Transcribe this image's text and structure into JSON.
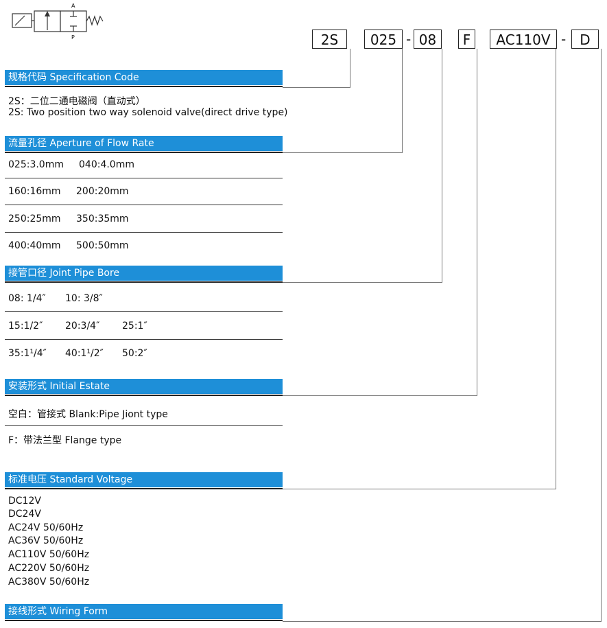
{
  "symbol": {
    "port_a": "A",
    "port_p": "P"
  },
  "code_boxes": [
    {
      "text": "2S"
    },
    {
      "text": "025"
    },
    {
      "text": "08"
    },
    {
      "text": "F"
    },
    {
      "text": "AC110V"
    },
    {
      "text": "D"
    }
  ],
  "dash": "-",
  "sections": {
    "spec_code": {
      "title": "规格代码 Specification Code",
      "lines": [
        "2S：二位二通电磁阀（直动式）",
        "2S: Two position two way solenoid valve(direct drive type)"
      ]
    },
    "aperture": {
      "title": "流量孔径 Aperture of Flow Rate",
      "rows": [
        [
          "025:3.0mm",
          "040:4.0mm"
        ],
        [
          "160:16mm",
          "200:20mm"
        ],
        [
          "250:25mm",
          "350:35mm"
        ],
        [
          "400:40mm",
          "500:50mm"
        ]
      ]
    },
    "pipe_bore": {
      "title": "接管口径 Joint Pipe Bore",
      "rows": [
        [
          "08: 1/4″",
          "10: 3/8″"
        ],
        [
          "15:1/2″",
          "20:3/4″",
          "25:1″"
        ],
        [
          "35:1¹/4″",
          "40:1¹/2″",
          "50:2″"
        ]
      ]
    },
    "install": {
      "title": "安装形式 Initial Estate",
      "rows": [
        "空白：管接式 Blank:Pipe Jiont type",
        "F：带法兰型 Flange type"
      ]
    },
    "voltage": {
      "title": "标准电压 Standard Voltage",
      "lines": [
        "DC12V",
        "DC24V",
        "AC24V  50/60Hz",
        "AC36V  50/60Hz",
        "AC110V  50/60Hz",
        "AC220V  50/60Hz",
        "AC380V  50/60Hz"
      ]
    },
    "wiring": {
      "title": "接线形式 Wiring Form"
    }
  }
}
